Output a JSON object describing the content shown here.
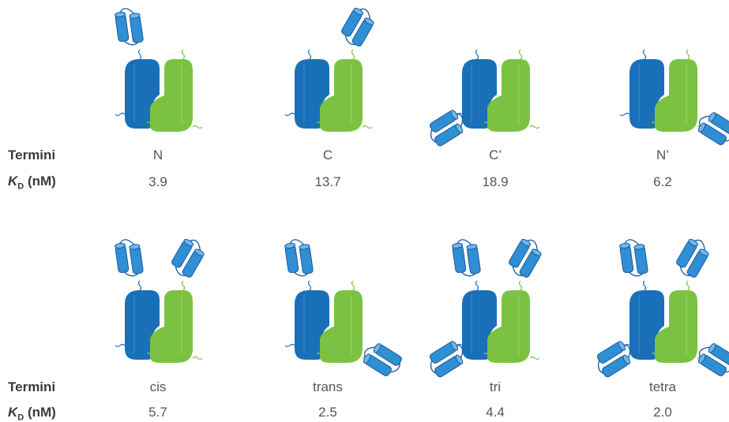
{
  "labels": {
    "termini": "Termini",
    "kd_symbol": "K",
    "kd_sub": "D",
    "kd_unit": " (nM)"
  },
  "rows": [
    {
      "constructs": [
        {
          "termini": "N",
          "kd": "3.9",
          "domains": [
            "N"
          ]
        },
        {
          "termini": "C",
          "kd": "13.7",
          "domains": [
            "C"
          ]
        },
        {
          "termini": "C’",
          "kd": "18.9",
          "domains": [
            "C'"
          ]
        },
        {
          "termini": "N’",
          "kd": "6.2",
          "domains": [
            "N'"
          ]
        }
      ]
    },
    {
      "constructs": [
        {
          "termini": "cis",
          "kd": "5.7",
          "domains": [
            "N",
            "C"
          ]
        },
        {
          "termini": "trans",
          "kd": "2.5",
          "domains": [
            "N",
            "N'"
          ]
        },
        {
          "termini": "tri",
          "kd": "4.4",
          "domains": [
            "N",
            "C",
            "C'"
          ]
        },
        {
          "termini": "tetra",
          "kd": "2.0",
          "domains": [
            "N",
            "C",
            "C'",
            "N'"
          ]
        }
      ]
    }
  ],
  "colors": {
    "heavy_chain": "#1a70b8",
    "light_chain": "#7cc242",
    "domain_fill": "#2f8fd2",
    "domain_outline": "#1a5aa0"
  }
}
